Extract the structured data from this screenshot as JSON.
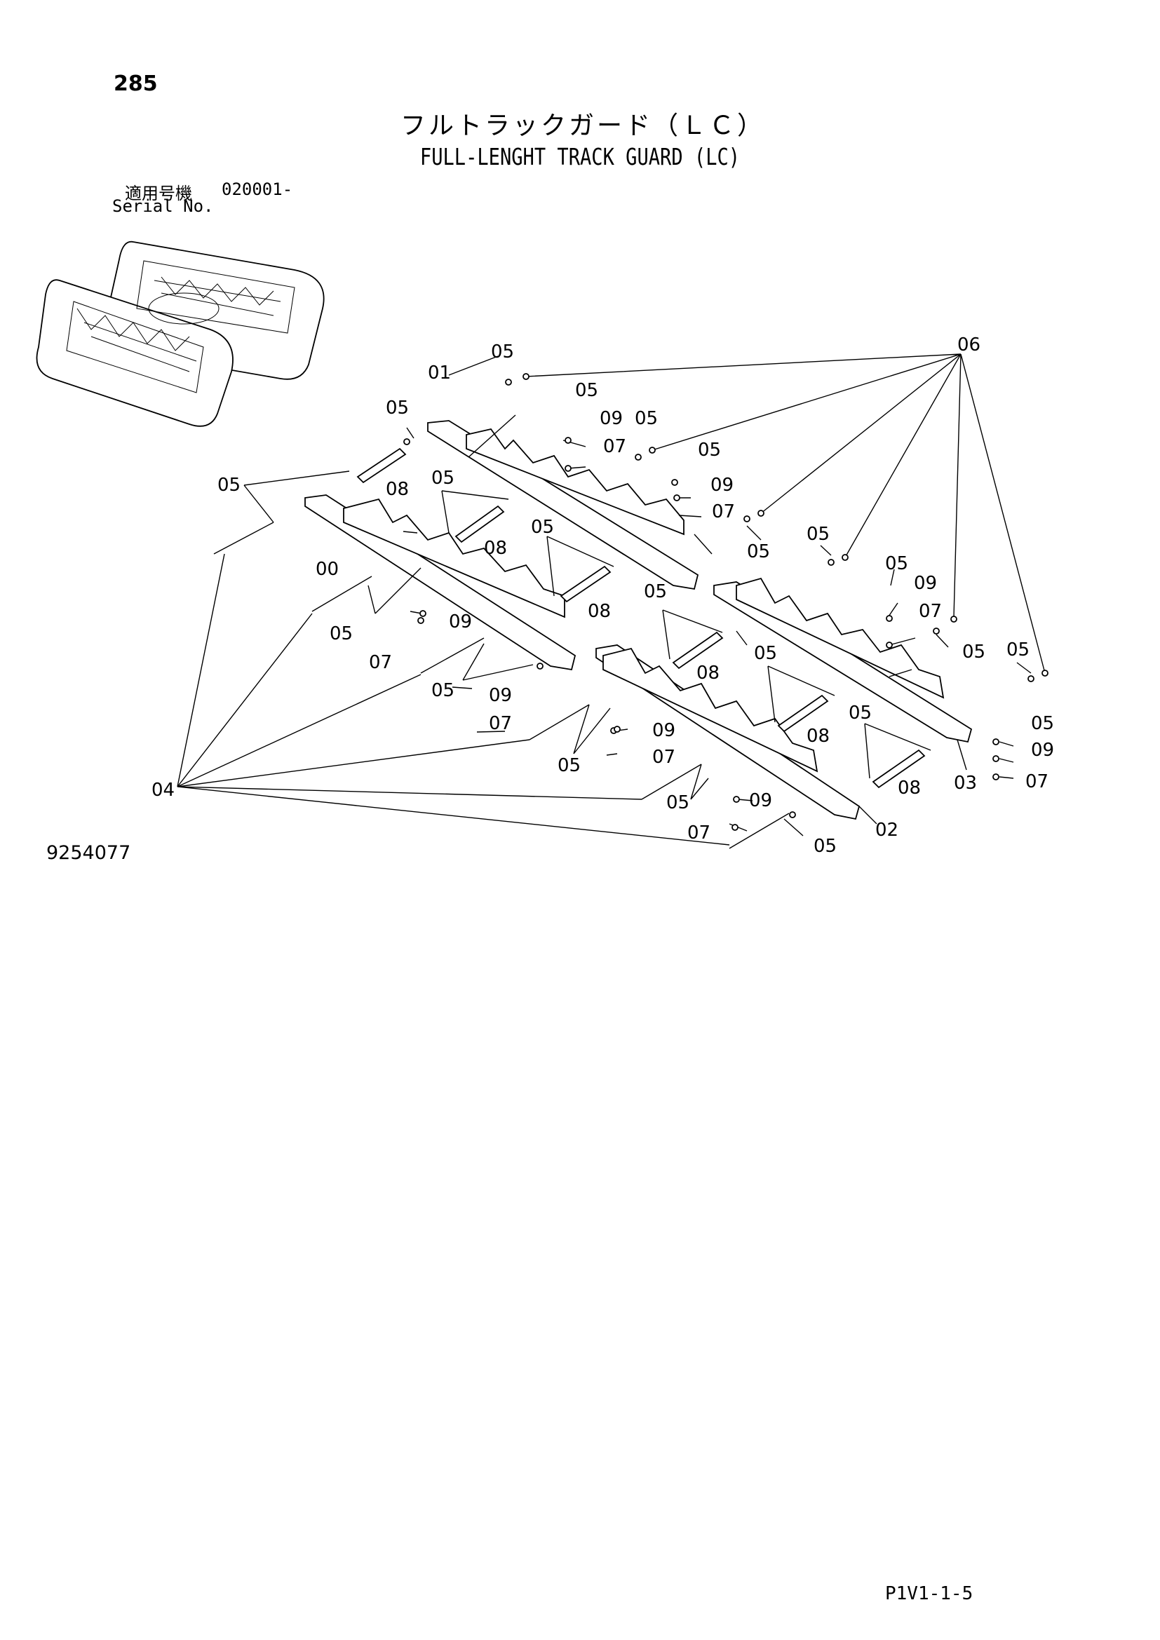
{
  "page_number": "285",
  "title_jp": "フルトラックガード（ＬＣ）",
  "title_en": "FULL-LENGHT TRACK GUARD (LC)",
  "serial": {
    "label_jp": "適用号機",
    "value": "020001-",
    "label_en": "Serial No."
  },
  "figure_number": "9254077",
  "page_code": "P1V1-1-5",
  "callouts": {
    "c00": "00",
    "c01": "01",
    "c02": "02",
    "c03": "03",
    "c04": "04",
    "c05": "05",
    "c06": "06",
    "c07": "07",
    "c08": "08",
    "c09": "09"
  }
}
